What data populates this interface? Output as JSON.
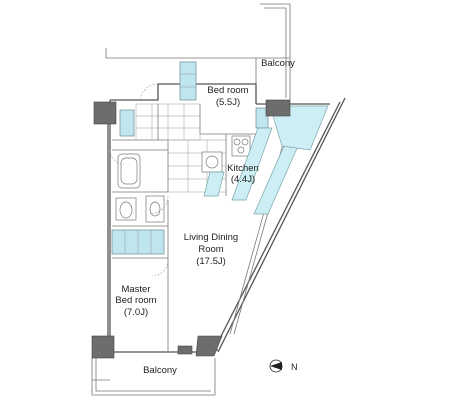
{
  "rooms": {
    "bed_room": {
      "name": "Bed room",
      "size": "(5.5J)"
    },
    "kitchen": {
      "name": "Kitchen",
      "size": "(4.4J)"
    },
    "living": {
      "line1": "Living Dining",
      "line2": "Room",
      "size": "(17.5J)"
    },
    "master": {
      "line1": "Master",
      "line2": "Bed room",
      "size": "(7.0J)"
    }
  },
  "balconies": {
    "top": "Balcony",
    "bottom": "Balcony"
  },
  "compass": {
    "letter": "N"
  }
}
